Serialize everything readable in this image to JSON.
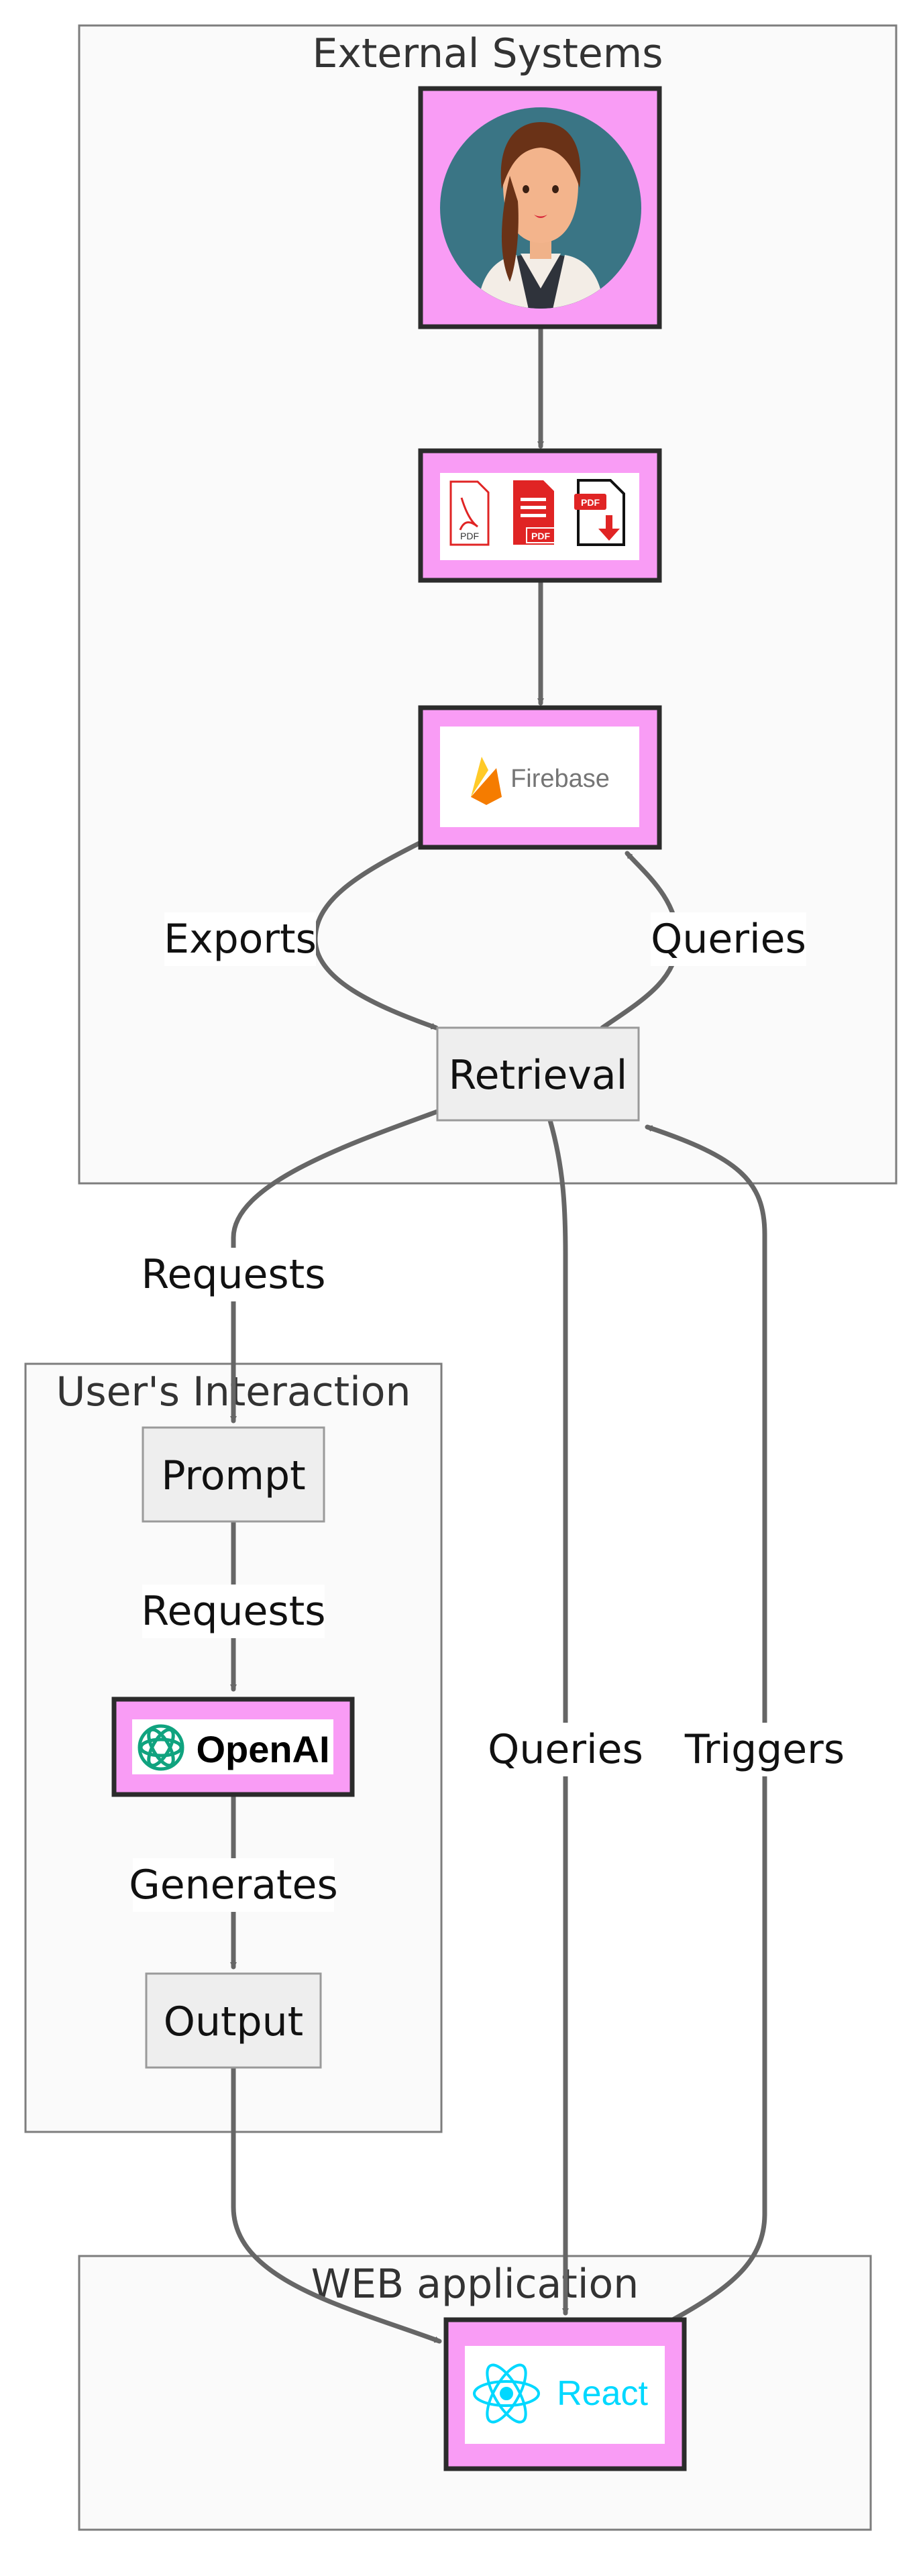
{
  "diagram": {
    "clusters": {
      "external": {
        "title": "External Systems"
      },
      "interaction": {
        "title": "User's Interaction"
      },
      "web": {
        "title": "WEB application"
      }
    },
    "nodes": {
      "user": {
        "icon": "woman-avatar-icon"
      },
      "documents": {
        "icons": [
          "pdf-document-icon",
          "pdf-list-icon",
          "pdf-download-icon"
        ],
        "badge": "PDF"
      },
      "firebase": {
        "logo_text": "Firebase",
        "icon": "firebase-flame-icon"
      },
      "retrieval": {
        "label": "Retrieval"
      },
      "prompt": {
        "label": "Prompt"
      },
      "openai": {
        "logo_text": "OpenAI",
        "icon": "openai-knot-icon"
      },
      "output": {
        "label": "Output"
      },
      "react": {
        "logo_text": "React",
        "icon": "react-atom-icon"
      }
    },
    "edges": {
      "exports": "Exports",
      "queries_firebase": "Queries",
      "requests_retrieval": "Requests",
      "requests_prompt": "Requests",
      "generates": "Generates",
      "queries_react": "Queries",
      "triggers": "Triggers"
    },
    "colors": {
      "image_node_fill": "#f99cf5",
      "plain_node_fill": "#eeeeee",
      "edge": "#666666",
      "firebase_yellow": "#ffa000",
      "react_cyan": "#00d8ff",
      "openai_teal": "#10a37f",
      "pdf_red": "#e02424"
    }
  }
}
